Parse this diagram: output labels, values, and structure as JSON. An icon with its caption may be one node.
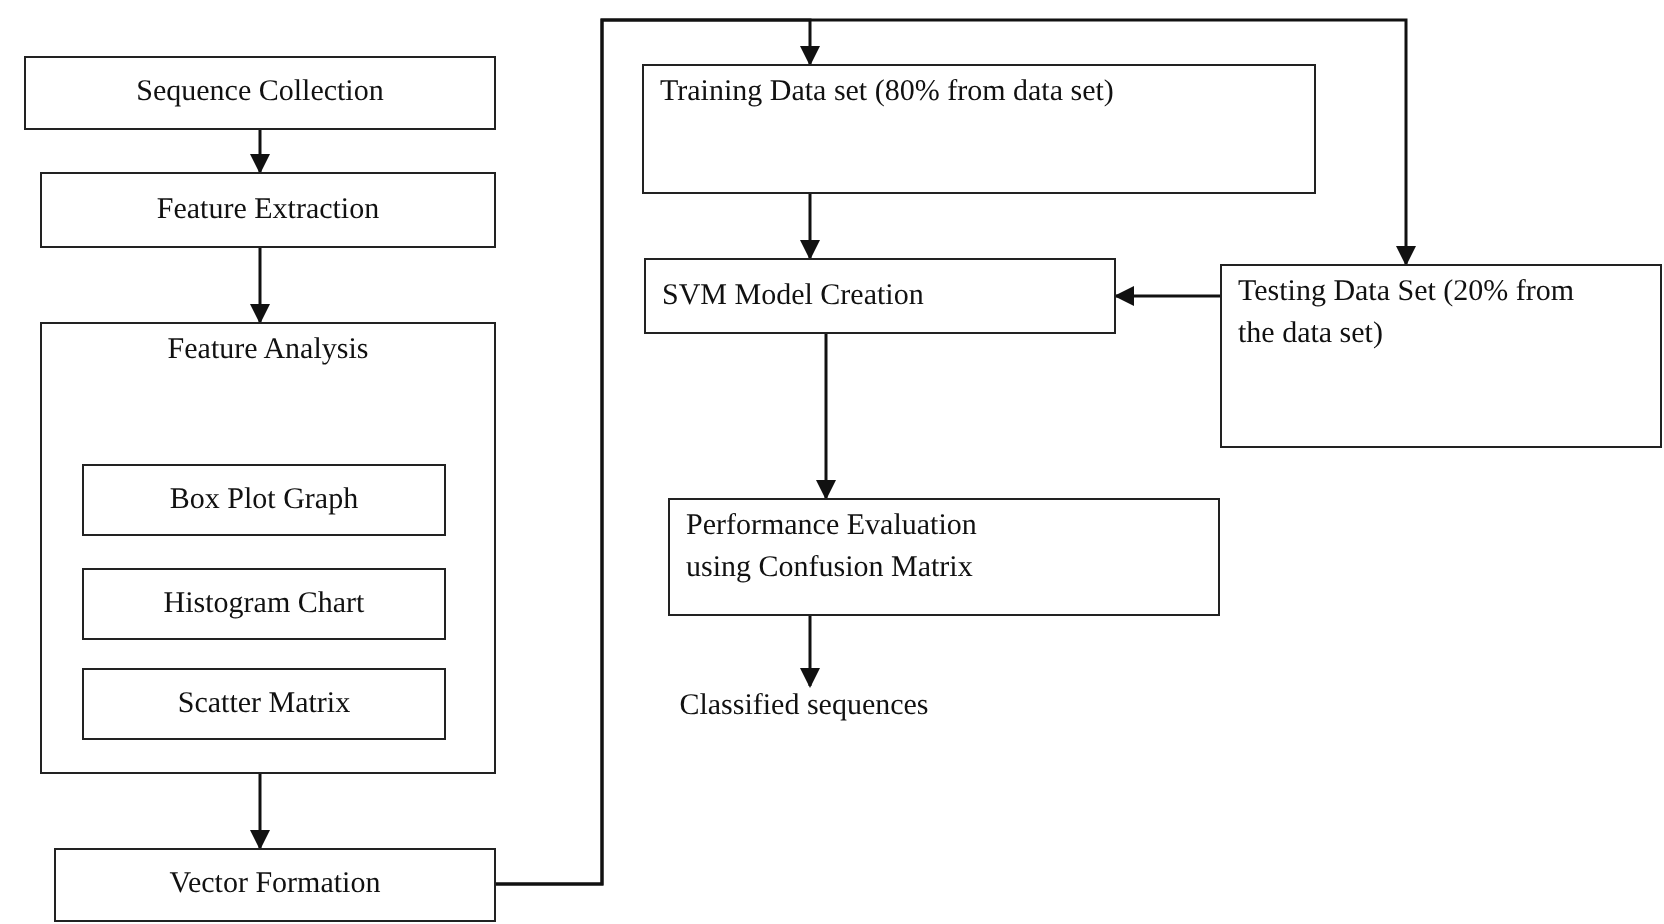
{
  "diagram": {
    "nodes": [
      {
        "text": [
          "Sequence Collection"
        ]
      },
      {
        "text": [
          "Feature Extraction"
        ]
      },
      {
        "text": [
          "Feature Analysis"
        ]
      },
      {
        "text": [
          "Box Plot Graph"
        ],
        "in": 2
      },
      {
        "text": [
          "Histogram Chart"
        ],
        "in": 2
      },
      {
        "text": [
          "Scatter Matrix"
        ],
        "in": 2
      },
      {
        "text": [
          "Vector Formation"
        ]
      },
      {
        "text": [
          "Training Data set (80% from data set)"
        ]
      },
      {
        "text": [
          "SVM Model Creation"
        ]
      },
      {
        "text": [
          "Testing Data Set (20% from the data set)"
        ]
      },
      {
        "text": [
          "Performance Evaluation using Confusion Matrix"
        ]
      },
      {
        "text": [
          "Classified sequences"
        ]
      }
    ],
    "edges": [
      {
        "from": 0,
        "to": 1,
        "arrow": "to"
      },
      {
        "from": 1,
        "to": 2,
        "arrow": "to"
      },
      {
        "from": 2,
        "to": 6,
        "arrow": "to"
      },
      {
        "from": 6,
        "to": 7,
        "arrow": "to"
      },
      {
        "from": 6,
        "to": 9,
        "arrow": "to"
      },
      {
        "from": 7,
        "to": 8,
        "arrow": "to"
      },
      {
        "from": 9,
        "to": 8,
        "arrow": "to"
      },
      {
        "from": 8,
        "to": 10,
        "arrow": "to"
      },
      {
        "from": 10,
        "to": 11,
        "arrow": "to"
      }
    ]
  }
}
